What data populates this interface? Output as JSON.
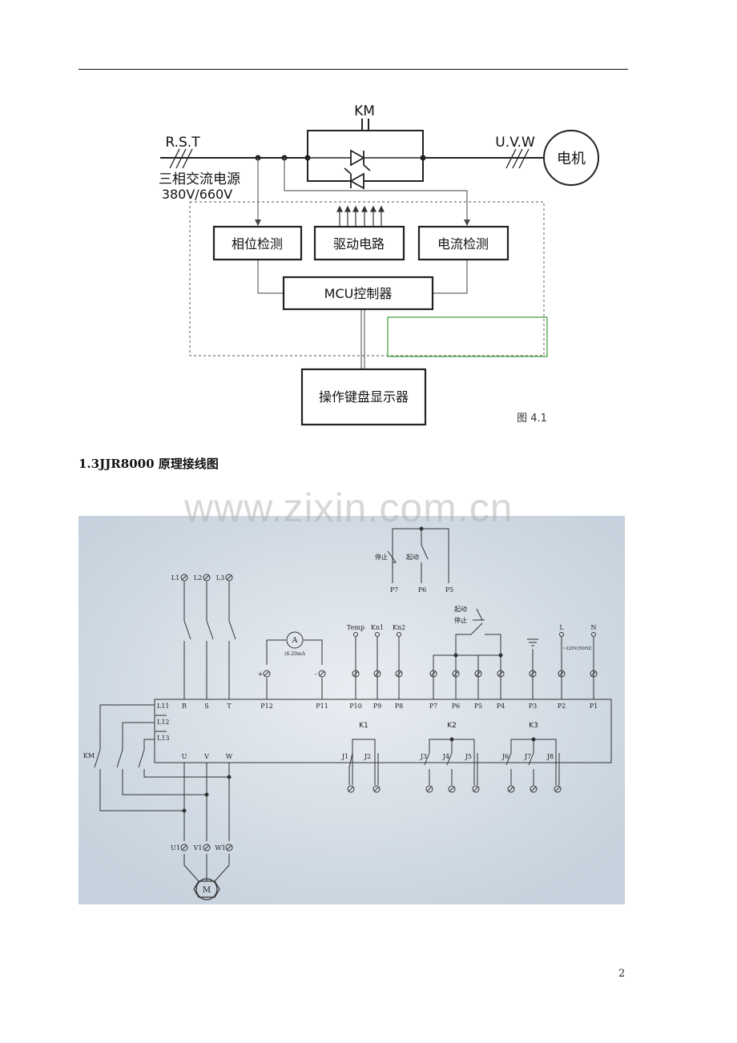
{
  "block_diagram": {
    "km": "KM",
    "rst": "R.S.T",
    "source": "三相交流电源",
    "voltage": "380V/660V",
    "uvw": "U.V.W",
    "motor": "电机",
    "phase_detect": "相位检测",
    "drive_circuit": "驱动电路",
    "current_detect": "电流检测",
    "mcu": "MCU控制器",
    "keyboard": "操作键盘显示器",
    "figure": "图 4.1"
  },
  "section_heading": "1.3JJR8000 原理接线图",
  "watermark": "www.zixin.com.cn",
  "wiring": {
    "stop": "停止",
    "start": "起动",
    "p7": "P7",
    "p6": "P6",
    "p5": "P5",
    "l1": "L1",
    "l2": "L2",
    "l3": "L3",
    "ammeter": "A",
    "ma": "(4-20mA",
    "plus": "+",
    "minus": "-",
    "temp": "Temp",
    "kn1": "Kn1",
    "kn2": "Kn2",
    "start2": "起动",
    "stop2": "停止",
    "l": "L",
    "n": "N",
    "vac": "~220V/50HZ",
    "top_terms": [
      "R",
      "S",
      "T",
      "P12",
      "P11",
      "P10",
      "P9",
      "P8",
      "P7",
      "P6",
      "P5",
      "P4",
      "P3",
      "P2",
      "P1"
    ],
    "l11": "L11",
    "l12": "L12",
    "l13": "L13",
    "u": "U",
    "v": "V",
    "w": "W",
    "km": "KM",
    "k1": "K1",
    "k2": "K2",
    "k3": "K3",
    "j_terms": [
      "J1",
      "J2",
      "J3",
      "J4",
      "J5",
      "J6",
      "J7",
      "J8"
    ],
    "u1": "U1",
    "v1": "V1",
    "w1": "W1",
    "motor": "M"
  },
  "page_number": "2"
}
